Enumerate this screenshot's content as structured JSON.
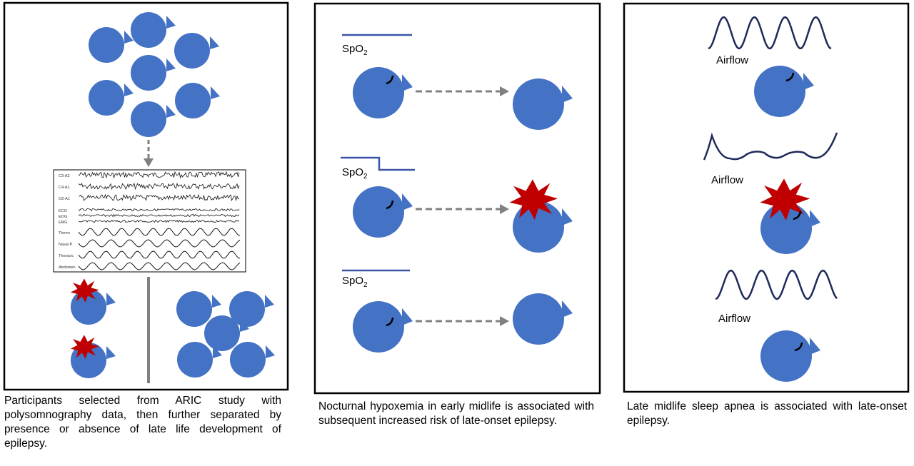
{
  "panel1": {
    "eeg_channels": [
      "C3-A2",
      "C4-A1",
      "O2-A1"
    ],
    "other_channels": [
      "ECG",
      "EOG",
      "EMG"
    ],
    "resp_channels": [
      "Therm",
      "Nasal P",
      "Thoracic",
      "Abdomen"
    ],
    "caption": "Participants selected from ARIC study with polysomnography data, then further separated by presence or absence of late life development of epilepsy."
  },
  "panel2": {
    "spo2_label": "SpO",
    "spo2_subscript": "2",
    "caption": "Nocturnal hypoxemia in early midlife is associated with subsequent increased risk of late-onset epilepsy."
  },
  "panel3": {
    "airflow_label": "Airflow",
    "caption": "Late midlife sleep apnea is associated with late-onset epilepsy."
  },
  "colors": {
    "head": "#4472C4",
    "burst": "#C00000",
    "arrow": "#808080",
    "signal": "#1F2A5A",
    "spo2_line": "#3A55A8",
    "border": "#000000"
  },
  "icons": [
    "head-icon",
    "seizure-burst-icon",
    "dashed-arrow-icon",
    "psg-trace-icon",
    "airflow-wave-icon"
  ]
}
